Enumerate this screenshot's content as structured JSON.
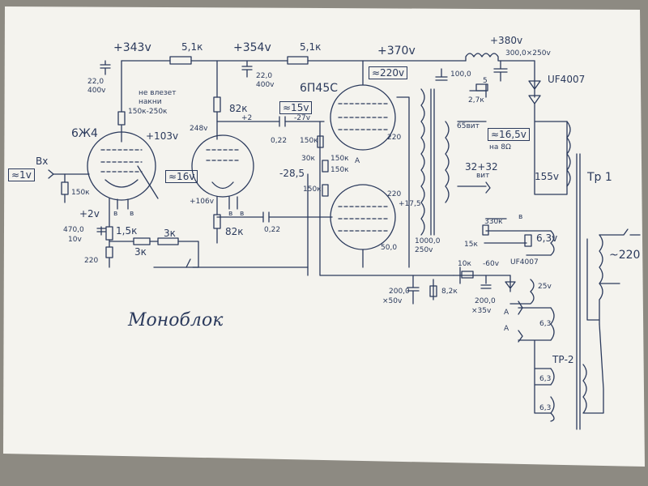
{
  "title": "Моноблок",
  "voltages": {
    "v343": "+343v",
    "v354": "+354v",
    "v370": "+370v",
    "v380": "+380v",
    "v103": "+103v",
    "v248": "248v",
    "v106": "+106v",
    "v2": "+2v",
    "v_plus2": "+2",
    "vneg27": "-27v",
    "vneg285": "-28,5",
    "vneg60": "-60v",
    "v175": "+17,5"
  },
  "boxed_notes": {
    "b220": "≈220v",
    "b15": "≈15v",
    "b16": "≈16v",
    "b1": "≈1v",
    "b165": "≈16,5v"
  },
  "tubes": {
    "t1": "6Ж4",
    "t2": "6П45С"
  },
  "components": {
    "r51k_a": "5,1к",
    "r51k_b": "5,1к",
    "c22_a": "22,0",
    "c400_a": "400v",
    "c22_b": "22,0",
    "c400_b": "400v",
    "r82k_a": "82к",
    "r82k_b": "82к",
    "r150k": "150к-250к",
    "note1": "не влезет",
    "note2": "накни",
    "c022_a": "0,22",
    "c022_b": "0,22",
    "r150k_in": "150к",
    "r15k": "1,5к",
    "c470": "470,0",
    "c10v": "10v",
    "r220": "220",
    "r3k_a": "3к",
    "r3k_b": "3к",
    "r150k_b": "150к",
    "r30k": "30к",
    "r150k_c": "150к",
    "r150k_d": "150к",
    "r150k_e": "150к",
    "r220_a": "220",
    "r220_b": "220",
    "c100": "100,0",
    "c300": "300,0×250v",
    "uf_a": "UF4007",
    "r27k": "2,7к",
    "c5": "5",
    "n65": "65вит",
    "load": "на 8Ω",
    "n3232": "32+32",
    "vit": "вит",
    "w155": "155v",
    "tr1": "Тр 1",
    "c50": "50,0",
    "c1000": "1000,0",
    "c250v": "250v",
    "r330k": "330к",
    "r15kb": "15к",
    "w63a": "6,3v",
    "r10k": "10к",
    "uf_b": "UF4007",
    "c200a": "200,0",
    "c50v": "×50v",
    "r82kc": "8,2к",
    "c200b": "200,0",
    "c35v": "×35v",
    "w25": "25v",
    "mains": "~220",
    "w63b": "6,3",
    "w63c": "6,3",
    "w63d": "6,3",
    "tr2": "ТР-2",
    "pinA1": "А",
    "pinA2": "А",
    "pinA3": "А",
    "pinB1": "в",
    "pinB2": "в",
    "pinB3": "в",
    "pinB4": "в",
    "pinB5": "в",
    "vx": "Вх"
  },
  "colors": {
    "ink": "#2b3a5c",
    "paper": "#f4f3ee"
  }
}
